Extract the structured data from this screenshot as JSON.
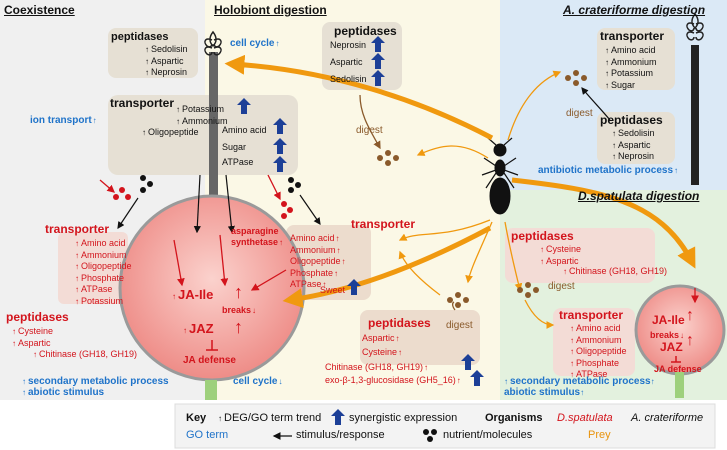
{
  "panels": {
    "coexistence": "Coexistence",
    "holobiont": "Holobiont digestion",
    "acrat": "A. crateriforme digestion",
    "dspat": "D.spatulata digestion"
  },
  "holo_peptidases": {
    "title": "peptidases",
    "items": [
      "Neprosin",
      "Aspartic",
      "Sedolisin"
    ]
  },
  "holo_transporter": {
    "title": "transporter",
    "left_items": [
      "Potassium",
      "Ammonium",
      "Oligopeptide"
    ],
    "right_items": [
      "Amino acid",
      "Sugar",
      "ATPase"
    ]
  },
  "coex_peptidases": {
    "title": "peptidases",
    "items": [
      "Sedolisin",
      "Aspartic",
      "Neprosin"
    ]
  },
  "coex_labels": {
    "cell_cycle_up": "cell cycle",
    "ion_transport": "ion transport",
    "cell_cycle_down": "cell cycle"
  },
  "left_transporter": {
    "title": "transporter",
    "items": [
      "Amino acid",
      "Ammonium",
      "Oligopeptide",
      "Phosphate",
      "ATPase",
      "Potassium"
    ]
  },
  "left_peptidases": {
    "title": "peptidases",
    "items": [
      "Cysteine",
      "Aspartic",
      "Chitinase (GH18, GH19)"
    ]
  },
  "left_bottom": {
    "secondary": "secondary metabolic process",
    "abiotic": "abiotic stimulus"
  },
  "big_circle": {
    "asparagine": "asparagine",
    "synthetase": "synthetase",
    "ja_ile": "JA-Ile",
    "breaks": "breaks",
    "jaz": "JAZ",
    "ja_defense": "JA defense"
  },
  "center_transporter_list": {
    "items": [
      "Amino acid",
      "Ammonium",
      "Oligopeptide",
      "Phosphate",
      "ATPase",
      "Sweet"
    ]
  },
  "center_transporter": {
    "title": "transporter"
  },
  "digest_labels": {
    "top": "digest",
    "right": "digest",
    "bottom": "digest",
    "center": "digest"
  },
  "bottom_peptidases": {
    "title": "peptidases",
    "items": [
      "Aspartic",
      "Cysteine"
    ],
    "chitinase": "Chitinase (GH18, GH19)",
    "glucosidase": "exo-β-1,3-glucosidase (GH5_16)"
  },
  "acrat": {
    "transporter_title": "transporter",
    "transporter_items": [
      "Amino acid",
      "Ammonium",
      "Potassium",
      "Sugar"
    ],
    "peptidases_title": "peptidases",
    "peptidases_items": [
      "Sedolisin",
      "Aspartic",
      "Neprosin"
    ],
    "digest": "digest",
    "antibiotic": "antibiotic metabolic process"
  },
  "dspat": {
    "peptidases_title": "peptidases",
    "peptidases_items": [
      "Cysteine",
      "Aspartic"
    ],
    "chitinase": "Chitinase (GH18, GH19)",
    "transporter_title": "transporter",
    "transporter_items": [
      "Amino acid",
      "Ammonium",
      "Oligopeptide",
      "Phosphate",
      "ATPase"
    ],
    "ja_ile": "JA-Ile",
    "breaks": "breaks",
    "jaz": "JAZ",
    "ja_defense": "JA defense",
    "secondary": "secondary metabolic process",
    "abiotic": "abiotic stimulus"
  },
  "key": {
    "title": "Key",
    "deg": "DEG/GO term trend",
    "syn": "synergistic expression",
    "organisms": "Organisms",
    "dsp": "D.spatulata",
    "acr": "A. crateriforme",
    "go": "GO term",
    "stim": "stimulus/response",
    "nut": "nutrient/molecules",
    "prey": "Prey"
  },
  "colors": {
    "red": "#d3141c",
    "blue": "#1f73c9",
    "orange": "#f0990f",
    "navy": "#1c3f97",
    "brown": "#8a5a2b"
  }
}
